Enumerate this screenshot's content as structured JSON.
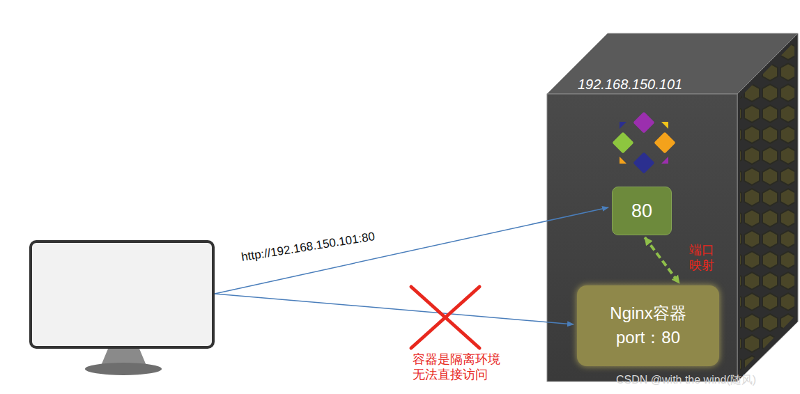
{
  "diagram": {
    "nodes": [
      {
        "text": [
          "192.168.150.101"
        ]
      },
      {
        "text": [
          "80"
        ],
        "in": 0
      },
      {
        "text": [
          "Nginx容器 port：80"
        ],
        "in": 0
      }
    ],
    "edges": [
      {
        "from": 1,
        "to": 2,
        "arrow": "both",
        "label": "端口映射"
      }
    ],
    "labels": [
      "http://192.168.150.101:80",
      "容器是隔离环境 无法直接访问",
      "CSDN @with the wind(随风)"
    ]
  }
}
